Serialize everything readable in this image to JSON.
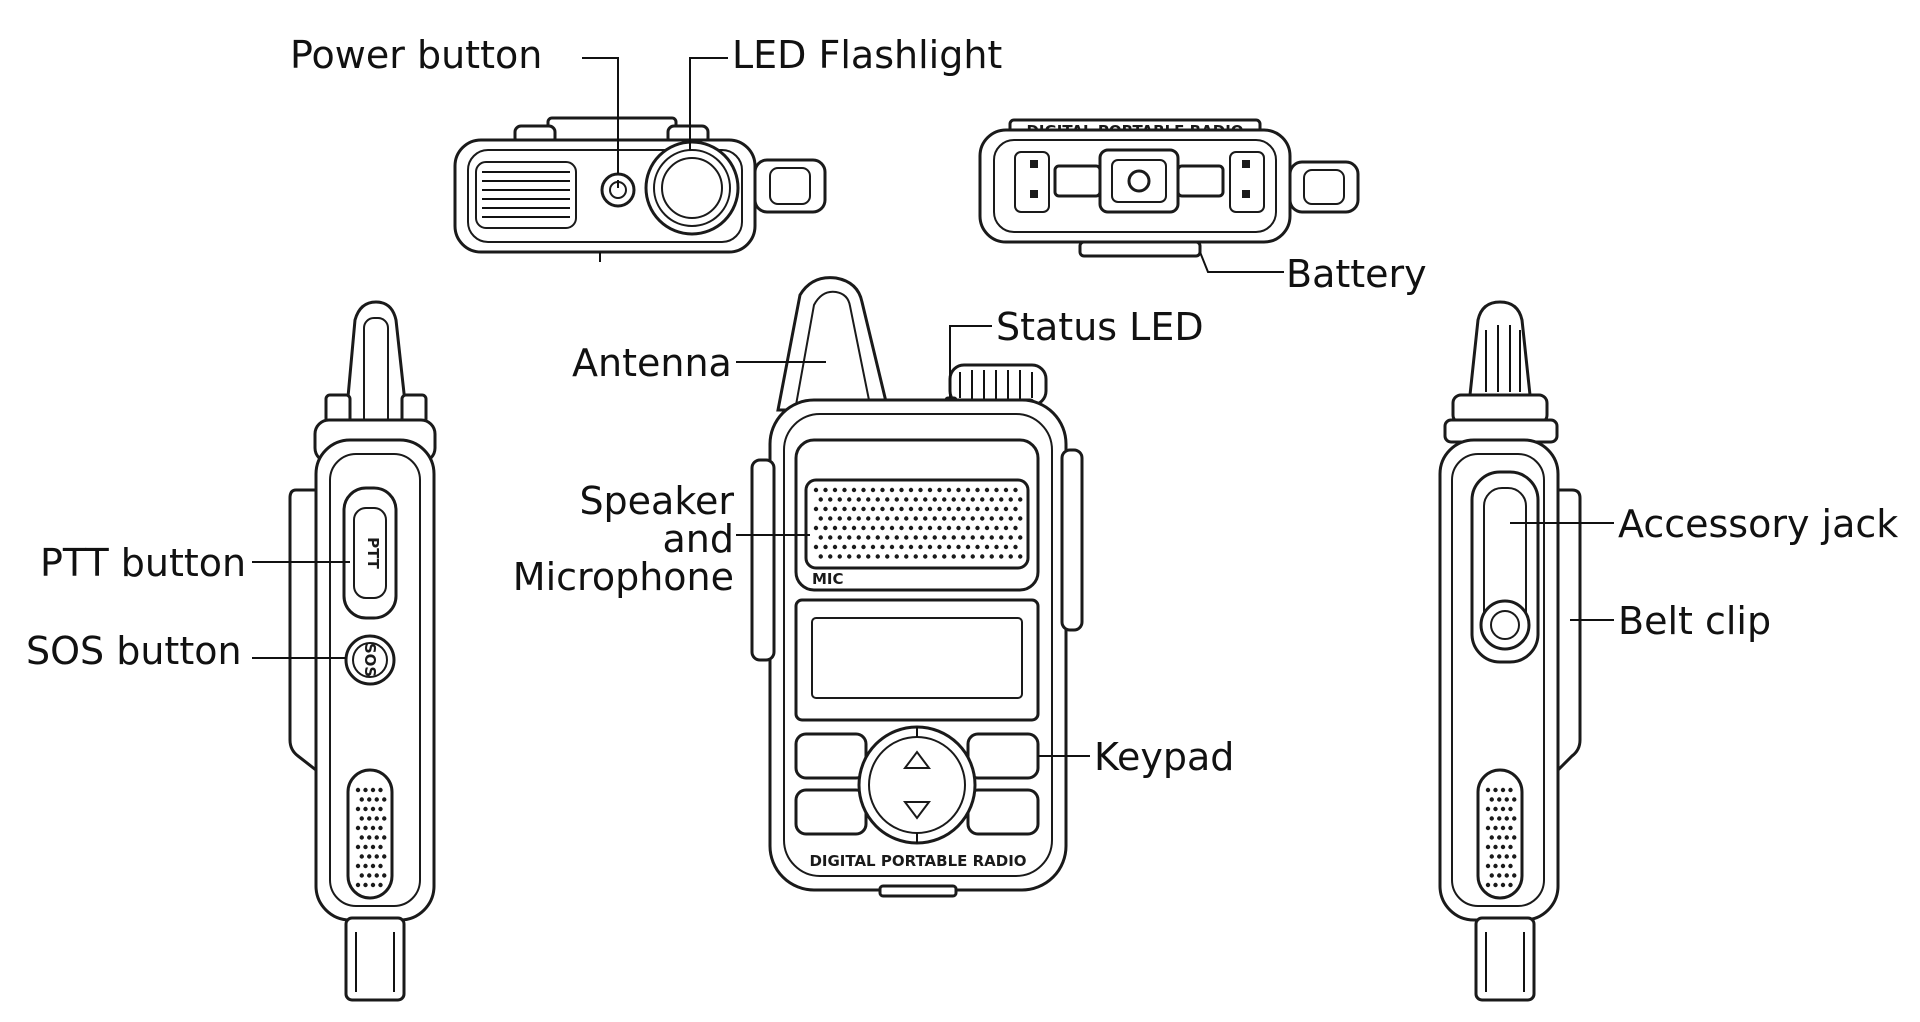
{
  "labels": {
    "power_button": "Power button",
    "led_flashlight": "LED Flashlight",
    "battery": "Battery",
    "status_led": "Status LED",
    "antenna": "Antenna",
    "speaker_line1": "Speaker",
    "speaker_line2": "and",
    "speaker_line3": "Microphone",
    "keypad": "Keypad",
    "ptt_button": "PTT button",
    "sos_button": "SOS button",
    "accessory_jack": "Accessory jack",
    "belt_clip": "Belt clip"
  },
  "device_markings": {
    "front_bottom": "DIGITAL PORTABLE RADIO",
    "mic": "MIC",
    "ptt": "PTT",
    "sos": "SOS"
  }
}
